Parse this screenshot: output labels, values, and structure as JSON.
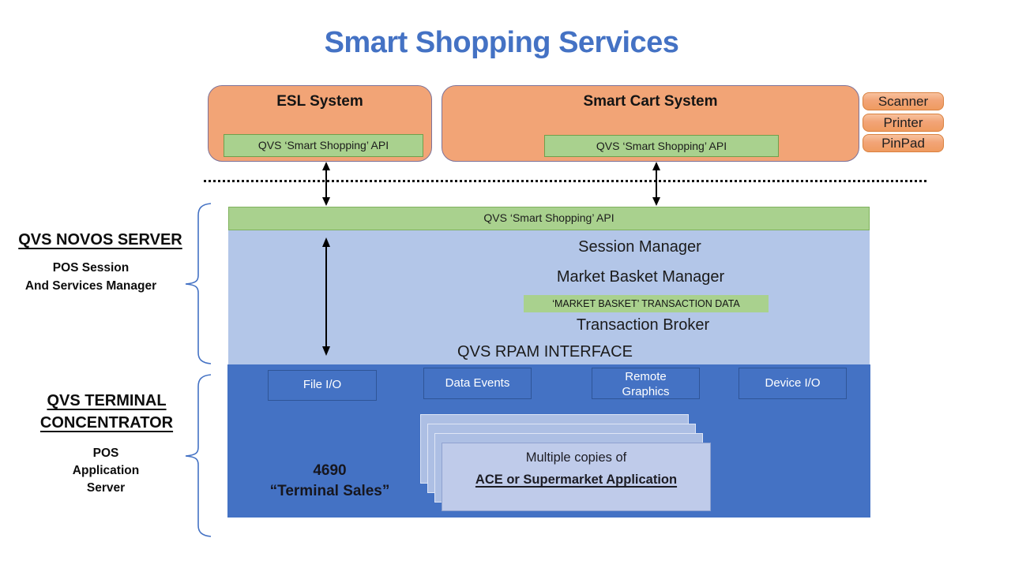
{
  "title": "Smart Shopping Services",
  "colors": {
    "title_blue": "#4472C4",
    "orange_fill": "#F2A476",
    "orange_border": "#7D7299",
    "green_fill": "#A9D18E",
    "green_border": "#6FA04C",
    "light_blue": "#B3C6E8",
    "dark_blue": "#4472C4",
    "io_border": "#2F5597",
    "paper_back": "#ADBFE4",
    "paper_front": "#BFCBEA",
    "brace_blue": "#4472C4"
  },
  "top_systems": [
    {
      "label": "ESL System",
      "api_label": "QVS ‘Smart Shopping’ API"
    },
    {
      "label": "Smart Cart System",
      "api_label": "QVS ‘Smart Shopping’ API"
    }
  ],
  "peripherals": [
    {
      "label": "Scanner"
    },
    {
      "label": "Printer"
    },
    {
      "label": "PinPad"
    }
  ],
  "novos": {
    "heading": "QVS NOVOS SERVER",
    "sub1": "POS Session",
    "sub2": "And Services Manager",
    "api_bar": "QVS ‘Smart Shopping’ API",
    "session_manager": "Session Manager",
    "market_basket_manager": "Market Basket Manager",
    "transaction_data": "‘MARKET BASKET’ TRANSACTION DATA",
    "transaction_broker": "Transaction Broker",
    "rpam_interface": "QVS RPAM INTERFACE"
  },
  "concentrator": {
    "heading1": "QVS TERMINAL",
    "heading2": "CONCENTRATOR",
    "sub1": "POS",
    "sub2": "Application",
    "sub3": "Server",
    "io_boxes": [
      {
        "label": "File I/O"
      },
      {
        "label": "Data Events"
      },
      {
        "label": "Remote\nGraphics"
      },
      {
        "label": "Device I/O"
      }
    ],
    "terminal1": "4690",
    "terminal2": "“Terminal Sales”",
    "stack_line1": "Multiple copies of",
    "stack_line2": "ACE or Supermarket Application"
  }
}
